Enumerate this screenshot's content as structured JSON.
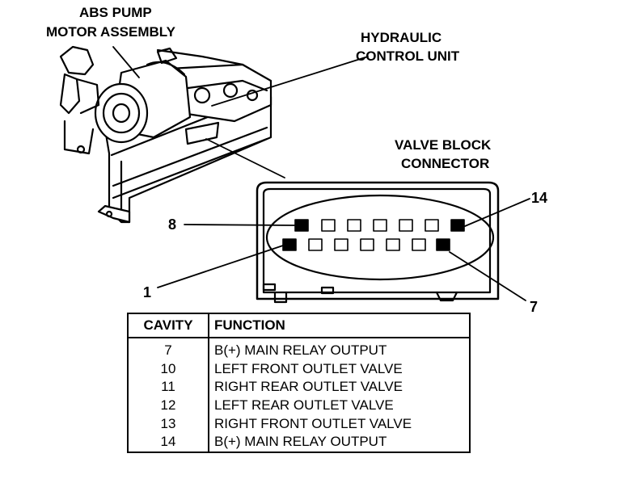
{
  "labels": {
    "abs_pump_line1": "ABS PUMP",
    "abs_pump_line2": "MOTOR ASSEMBLY",
    "hcu_line1": "HYDRAULIC",
    "hcu_line2": "CONTROL UNIT",
    "valve_block_line1": "VALVE BLOCK",
    "valve_block_line2": "CONNECTOR"
  },
  "pin_callouts": {
    "pin8": "8",
    "pin14": "14",
    "pin1": "1",
    "pin7": "7"
  },
  "cavity_table": {
    "headers": {
      "cavity": "CAVITY",
      "function": "FUNCTION"
    },
    "rows": [
      {
        "cavity": "7",
        "function": "B(+) MAIN RELAY OUTPUT"
      },
      {
        "cavity": "10",
        "function": "LEFT FRONT OUTLET VALVE"
      },
      {
        "cavity": "11",
        "function": "RIGHT REAR OUTLET VALVE"
      },
      {
        "cavity": "12",
        "function": "LEFT REAR OUTLET VALVE"
      },
      {
        "cavity": "13",
        "function": "RIGHT FRONT OUTLET VALVE"
      },
      {
        "cavity": "14",
        "function": "B(+) MAIN RELAY OUTPUT"
      }
    ]
  }
}
